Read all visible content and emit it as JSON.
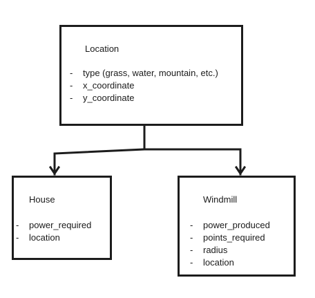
{
  "nodes": {
    "location": {
      "title": "Location",
      "attributes": [
        "type (grass, water, mountain, etc.)",
        "x_coordinate",
        "y_coordinate"
      ]
    },
    "house": {
      "title": "House",
      "attributes": [
        "power_required",
        "location"
      ]
    },
    "windmill": {
      "title": "Windmill",
      "attributes": [
        "power_produced",
        "points_required",
        "radius",
        "location"
      ]
    }
  },
  "bullet": "-",
  "edges": [
    {
      "from": "location",
      "to": "house"
    },
    {
      "from": "location",
      "to": "windmill"
    }
  ],
  "colors": {
    "stroke": "#1c1c1c",
    "background": "#ffffff"
  }
}
